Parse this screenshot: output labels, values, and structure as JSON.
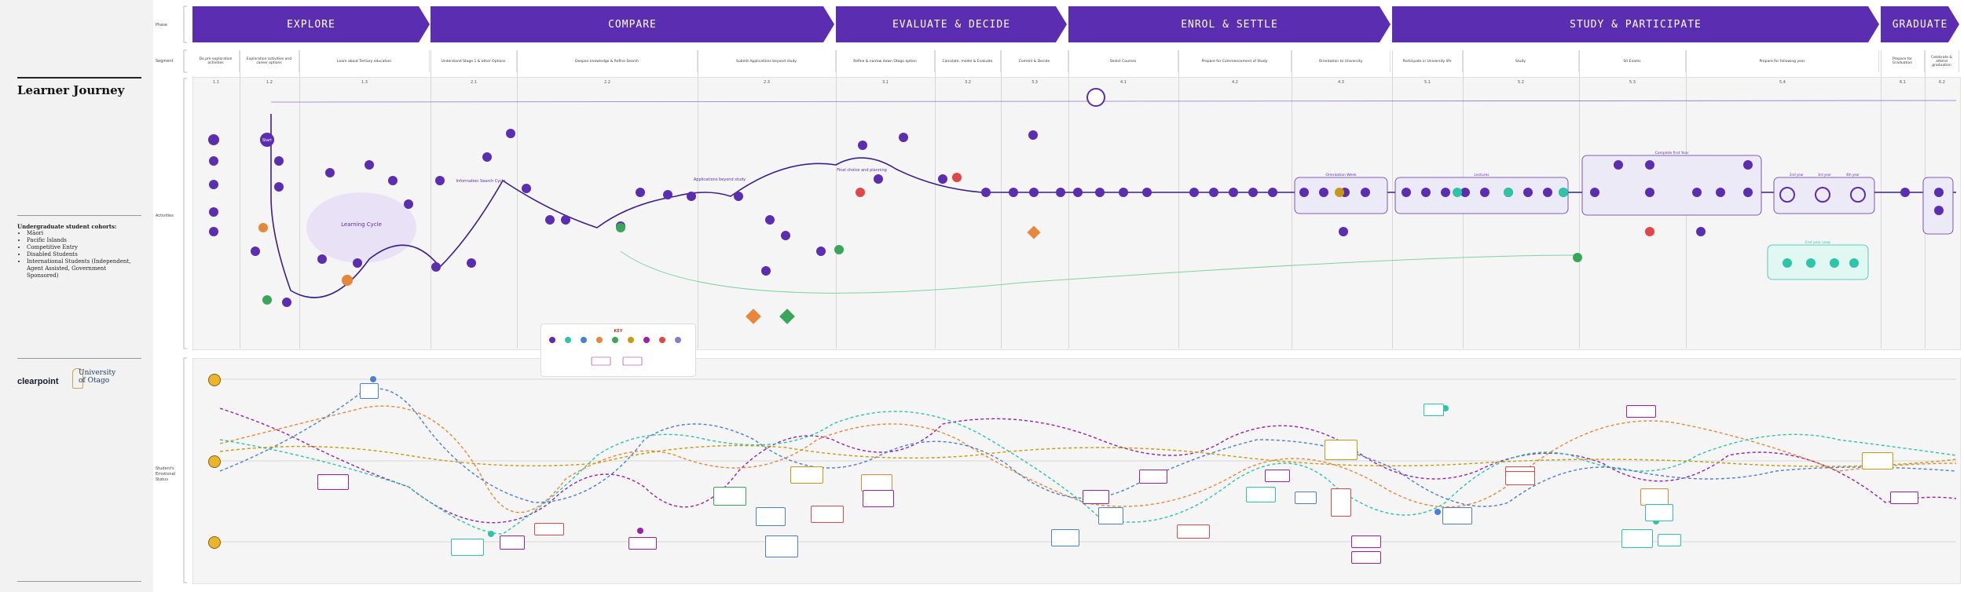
{
  "title": "Learner Journey",
  "cohorts": {
    "heading": "Undergraduate student cohorts:",
    "items": [
      "Māori",
      "Pacific Islands",
      "Competitive Entry",
      "Disabled Students",
      "International Students (Independent, Agent Assisted, Government Sponsored)"
    ]
  },
  "brand": {
    "agency": "clearpoint",
    "university_line1": "University",
    "university_line2": "of Otago"
  },
  "row_labels": {
    "phase": "Phase",
    "segment": "Segment",
    "activities": "Activities",
    "emotional": "Student's Emotional Status"
  },
  "phases": [
    "EXPLORE",
    "COMPARE",
    "EVALUATE & DECIDE",
    "ENROL & SETTLE",
    "STUDY & PARTICIPATE",
    "GRADUATE"
  ],
  "segments": [
    "Do pre exploration activities",
    "Exploration activities and career options",
    "Learn about Tertiary education",
    "Understand Stage 1 & other Options",
    "Deepen knowledge & Refine Search",
    "Submit Applications beyond study",
    "Refine & narrow down Otago option",
    "Calculate, model & Evaluate",
    "Commit & Decide",
    "Select Courses",
    "Prepare for Commencement of Study",
    "Orientation to University",
    "Participate in University life",
    "Study",
    "Sit Exams",
    "Prepare for following year",
    "Prepare for Graduation",
    "Celebrate & attend graduation"
  ],
  "sub_labels": [
    "1.1",
    "1.2",
    "1.3",
    "2.1",
    "2.2",
    "2.3",
    "3.1",
    "3.2",
    "3.3",
    "4.1",
    "4.2",
    "4.3",
    "5.1",
    "5.2",
    "5.3",
    "5.4",
    "6.1",
    "6.2"
  ],
  "callouts": {
    "learning_cycle": "Learning Cycle",
    "information_search": "Information Search Cycle",
    "applications": "Applications beyond study",
    "final_choice": "Final choice and planning",
    "orientation": "Orientation Week",
    "lectures": "Lectures",
    "complete_first_year": "Complete first Year",
    "second_year": "2nd year",
    "third_year": "3rd year",
    "fourth_year": "4th year",
    "start": "Start",
    "end_year": "End year Loop"
  },
  "legend_title": "KEY",
  "colors": {
    "purple": "#5b2db0",
    "magenta": "#9b1fa8",
    "teal": "#2ec4a6",
    "orange": "#e8873a",
    "blue": "#4a7fd4",
    "gold": "#c79a12",
    "red": "#e04848",
    "green": "#3aa65a"
  }
}
